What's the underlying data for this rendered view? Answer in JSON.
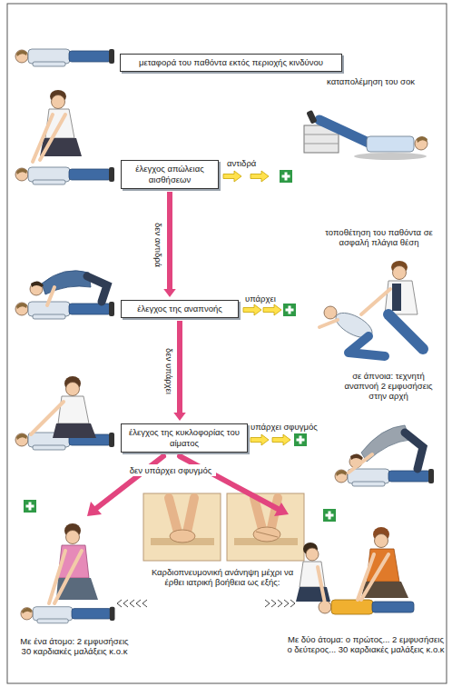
{
  "diagram": {
    "nodes": [
      {
        "text": [
          "μεταφορά του παθόντα εκτός περιοχής κινδύνου"
        ]
      },
      {
        "text": [
          "έλεγχος απώλειας αισθήσεων"
        ]
      },
      {
        "text": [
          "έλεγχος της αναπνοής"
        ]
      },
      {
        "text": [
          "έλεγχος της κυκλοφορίας του αίματος"
        ]
      }
    ],
    "edges": [
      {
        "from": 1,
        "to": 2,
        "arrow": "to",
        "label": "δεν αντιδρά"
      },
      {
        "from": 2,
        "to": 3,
        "arrow": "to",
        "label": "δεν υπάρχει"
      }
    ],
    "labels": [
      "αντιδρά",
      "καταπολέμηση του σοκ",
      "υπάρχει",
      "τοποθέτηση του παθόντα σε ασφαλή πλάγια θέση",
      "υπάρχει σφυγμός",
      "σε άπνοια: τεχνητή αναπνοή 2 εμφυσήσεις στην αρχή",
      "δεν υπάρχει σφυγμός",
      "Καρδιοπνευμονική ανάνηψη μέχρι να έρθει ιατρική βοήθεια ως εξής:",
      "Με ένα άτομο: 2 εμφυσήσεις 30 καρδιακές μαλάξεις κ.ο.κ",
      "Με δύο άτομα: ο πρώτος... 2 εμφυσήσεις ο δεύτερος... 30 καρδιακές μαλάξεις κ.ο.κ"
    ]
  }
}
